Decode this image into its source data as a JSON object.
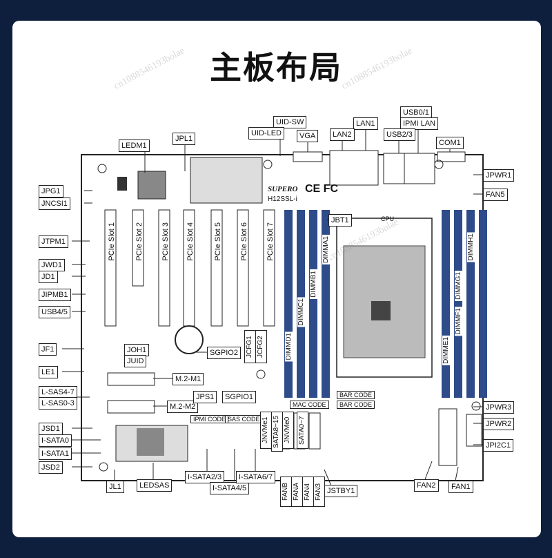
{
  "title": "主板布局",
  "watermark": "cn1088546193bolae",
  "board": {
    "model": "H12SSL-i",
    "brand": "SUPERO",
    "ce_mark": "CE FC",
    "cpu_label": "CPU",
    "bar_code_1": "BAR CODE",
    "bar_code_2": "BAR CODE",
    "mac_code": "MAC CODE",
    "ipmi_code": "IPMI CODE",
    "sas_code": "SAS CODE",
    "slots": [
      "PCIe Slot 1",
      "PCIe Slot 2",
      "PCIe Slot 3",
      "PCIe Slot 4",
      "PCIe Slot 5",
      "PCIe Slot 6",
      "PCIe Slot 7"
    ],
    "dimms_left": [
      "DIMMD1",
      "DIMMC1",
      "DIMMB1",
      "DIMMA1"
    ],
    "dimms_right": [
      "DIMME1",
      "DIMMF1",
      "DIMMG1",
      "DIMMH1"
    ]
  },
  "labels": {
    "uid_sw": "UID-SW",
    "uid_led": "UID-LED",
    "vga": "VGA",
    "lan1": "LAN1",
    "lan2": "LAN2",
    "usb01": "USB0/1",
    "ipmi_lan": "IPMI LAN",
    "usb23": "USB2/3",
    "com1": "COM1",
    "ledm1": "LEDM1",
    "jpl1": "JPL1",
    "jpwr1": "JPWR1",
    "fan5": "FAN5",
    "jpg1": "JPG1",
    "jncsi1": "JNCSI1",
    "jbt1": "JBT1",
    "jtpm1": "JTPM1",
    "jwd1": "JWD1",
    "jd1": "JD1",
    "jipmb1": "JIPMB1",
    "usb45": "USB4/5",
    "jf1": "JF1",
    "joh1": "JOH1",
    "juid": "JUID",
    "sgpio2": "SGPIO2",
    "jcfg1": "JCFG1",
    "jcfg2": "JCFG2",
    "le1": "LE1",
    "m2m1": "M.2-M1",
    "lsas47": "L-SAS4-7",
    "lsas03": "L-SAS0-3",
    "m2m2": "M.2-M2",
    "jps1": "JPS1",
    "sgpio1": "SGPIO1",
    "jsd1": "JSD1",
    "isata0": "I-SATA0",
    "isata1": "I-SATA1",
    "jsd2": "JSD2",
    "jl1": "JL1",
    "ledsas": "LEDSAS",
    "isata23": "I-SATA2/3",
    "isata45": "I-SATA4/5",
    "isata67": "I-SATA6/7",
    "jnvme1": "JNVMe1",
    "jnvme0": "JNVMe0",
    "sata815": "SATA8~15",
    "sata07": "SATA0~7",
    "fanb": "FANB",
    "fana": "FANA",
    "fan4": "FAN4",
    "fan3": "FAN3",
    "jstby1": "JSTBY1",
    "fan2": "FAN2",
    "fan1": "FAN1",
    "jpwr3": "JPWR3",
    "jpwr2": "JPWR2",
    "jpi2c1": "JPI2C1"
  }
}
